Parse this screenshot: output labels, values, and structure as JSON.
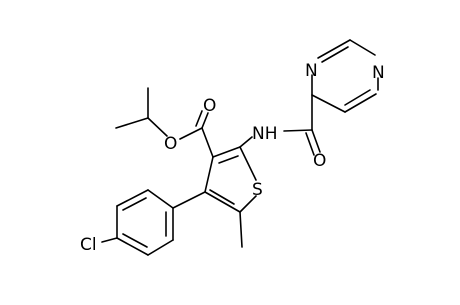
{
  "molecule": {
    "atom_labels": {
      "pyrazine_n_top": "N",
      "pyrazine_n_left": "N",
      "amide_nh": "NH",
      "amide_o": "O",
      "ester_o_carbonyl": "O",
      "ester_o_single": "O",
      "thiophene_s": "S",
      "chlorine": "Cl"
    }
  },
  "colors": {
    "bond": "#000000",
    "text": "#000000",
    "background": "#ffffff"
  }
}
